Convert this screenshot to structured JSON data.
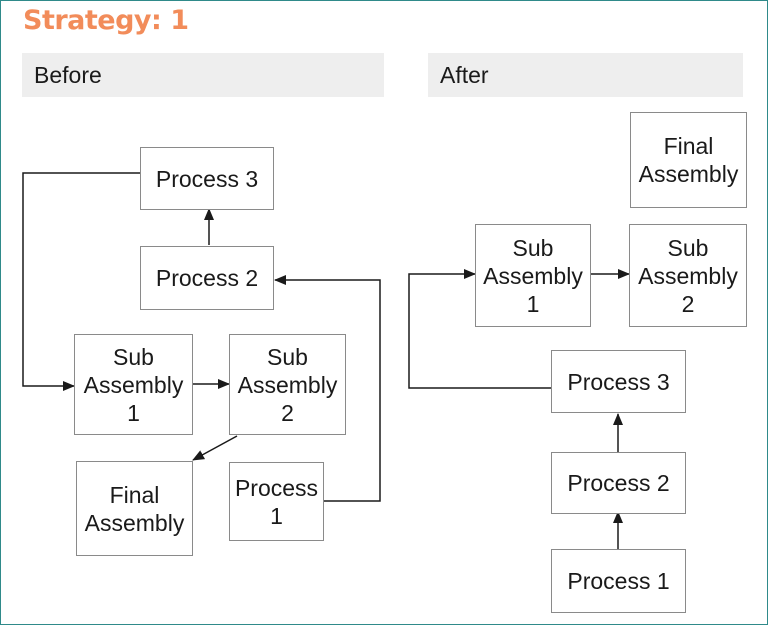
{
  "title": "Strategy: 1",
  "colors": {
    "title": "#f28c5a",
    "panel_header_bg": "#eeeeee",
    "box_border": "#8a8a8a",
    "connector": "#1a1a1a",
    "frame_border": "#2f8a8a"
  },
  "panels": {
    "before": {
      "label": "Before"
    },
    "after": {
      "label": "After"
    }
  },
  "nodes": {
    "before_process_3": "Process 3",
    "before_process_2": "Process 2",
    "before_sub_assembly_1": "Sub\nAssembly\n1",
    "before_sub_assembly_2": "Sub\nAssembly\n2",
    "before_final_assembly": "Final\nAssembly",
    "before_process_1": "Process\n1",
    "after_final_assembly": "Final\nAssembly",
    "after_sub_assembly_1": "Sub\nAssembly\n1",
    "after_sub_assembly_2": "Sub\nAssembly\n2",
    "after_process_3": "Process 3",
    "after_process_2": "Process 2",
    "after_process_1": "Process 1"
  },
  "edges": [
    {
      "from": "before_process_2",
      "to": "before_process_3"
    },
    {
      "from": "before_process_3",
      "to": "before_sub_assembly_1"
    },
    {
      "from": "before_sub_assembly_1",
      "to": "before_sub_assembly_2"
    },
    {
      "from": "before_sub_assembly_2",
      "to": "before_final_assembly"
    },
    {
      "from": "before_process_1",
      "to": "before_process_2"
    },
    {
      "from": "after_sub_assembly_1",
      "to": "after_sub_assembly_2"
    },
    {
      "from": "after_process_3",
      "to": "after_sub_assembly_1"
    },
    {
      "from": "after_process_2",
      "to": "after_process_3"
    },
    {
      "from": "after_process_1",
      "to": "after_process_2"
    }
  ]
}
